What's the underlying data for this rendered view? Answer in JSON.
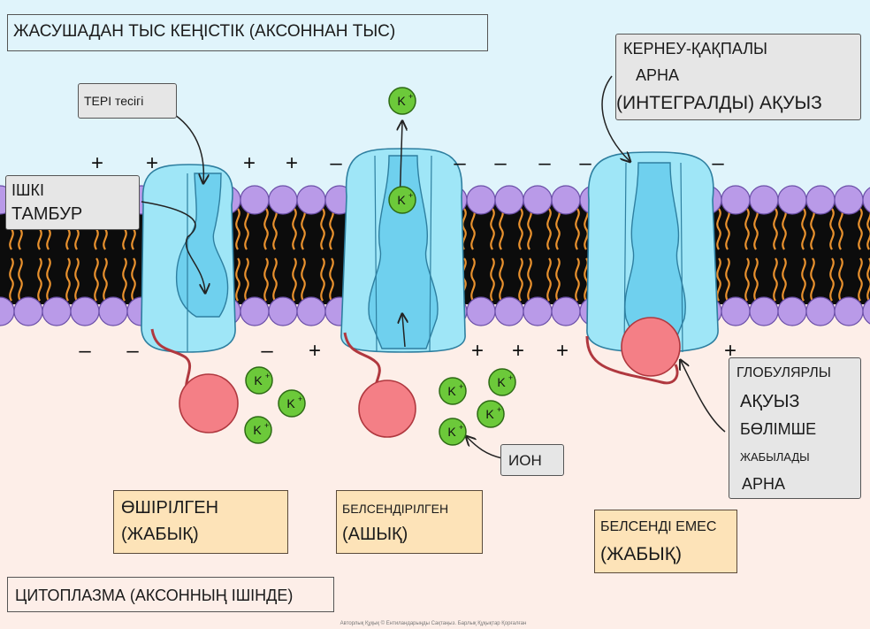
{
  "labels": {
    "extracellular": "ЖАСУШАДАН ТЫС КЕҢІСТІК (АКСОННАН ТЫС)",
    "cytoplasm": "ЦИТОПЛАЗМА (АКСОННЫҢ ІШІНДЕ)",
    "pore": "ТЕРІ тесігі",
    "inner_vestibule_1": "ІШКІ",
    "inner_vestibule_2": "ТАМБУР",
    "protein_1": "КЕРНЕУ-ҚАҚПАЛЫ",
    "protein_2": "АРНА",
    "protein_3": "(ИНТЕГРАЛДЫ) АҚУЫЗ",
    "globular_1": "ГЛОБУЛЯРЛЫ",
    "globular_2": "АҚУЫЗ",
    "globular_3": "БӨЛІМШЕ",
    "globular_4": "ЖАБЫЛАДЫ",
    "globular_5": "АРНА",
    "ion": "ИОН",
    "state_off_1": "ӨШІРІЛГЕН",
    "state_off_2": "(ЖАБЫҚ)",
    "state_on_1": "БЕЛСЕНДІРІЛГЕН",
    "state_on_2": "(АШЫҚ)",
    "state_inactive_1": "БЕЛСЕНДІ ЕМЕС",
    "state_inactive_2": "(ЖАБЫҚ)",
    "copyright": "Авторлық Құқық © Ентиландарыңды Сақтаңыз. Барлық Құқықтар Қорғалған",
    "ion_symbol": "K",
    "plus": "+",
    "minus": "–"
  },
  "colors": {
    "outside_bg": "#e0f4fb",
    "inside_bg": "#fdeee8",
    "lipid_head": "#b99ae8",
    "lipid_tail": "#e8912e",
    "channel": "#9fe6f7",
    "channel_inner": "#6fd0ee",
    "ball": "#f47f86",
    "ion": "#6cc93a"
  },
  "icons": [
    "potassium-ion-icon",
    "arrow-icon",
    "phospholipid-icon",
    "ball-and-chain-icon"
  ]
}
